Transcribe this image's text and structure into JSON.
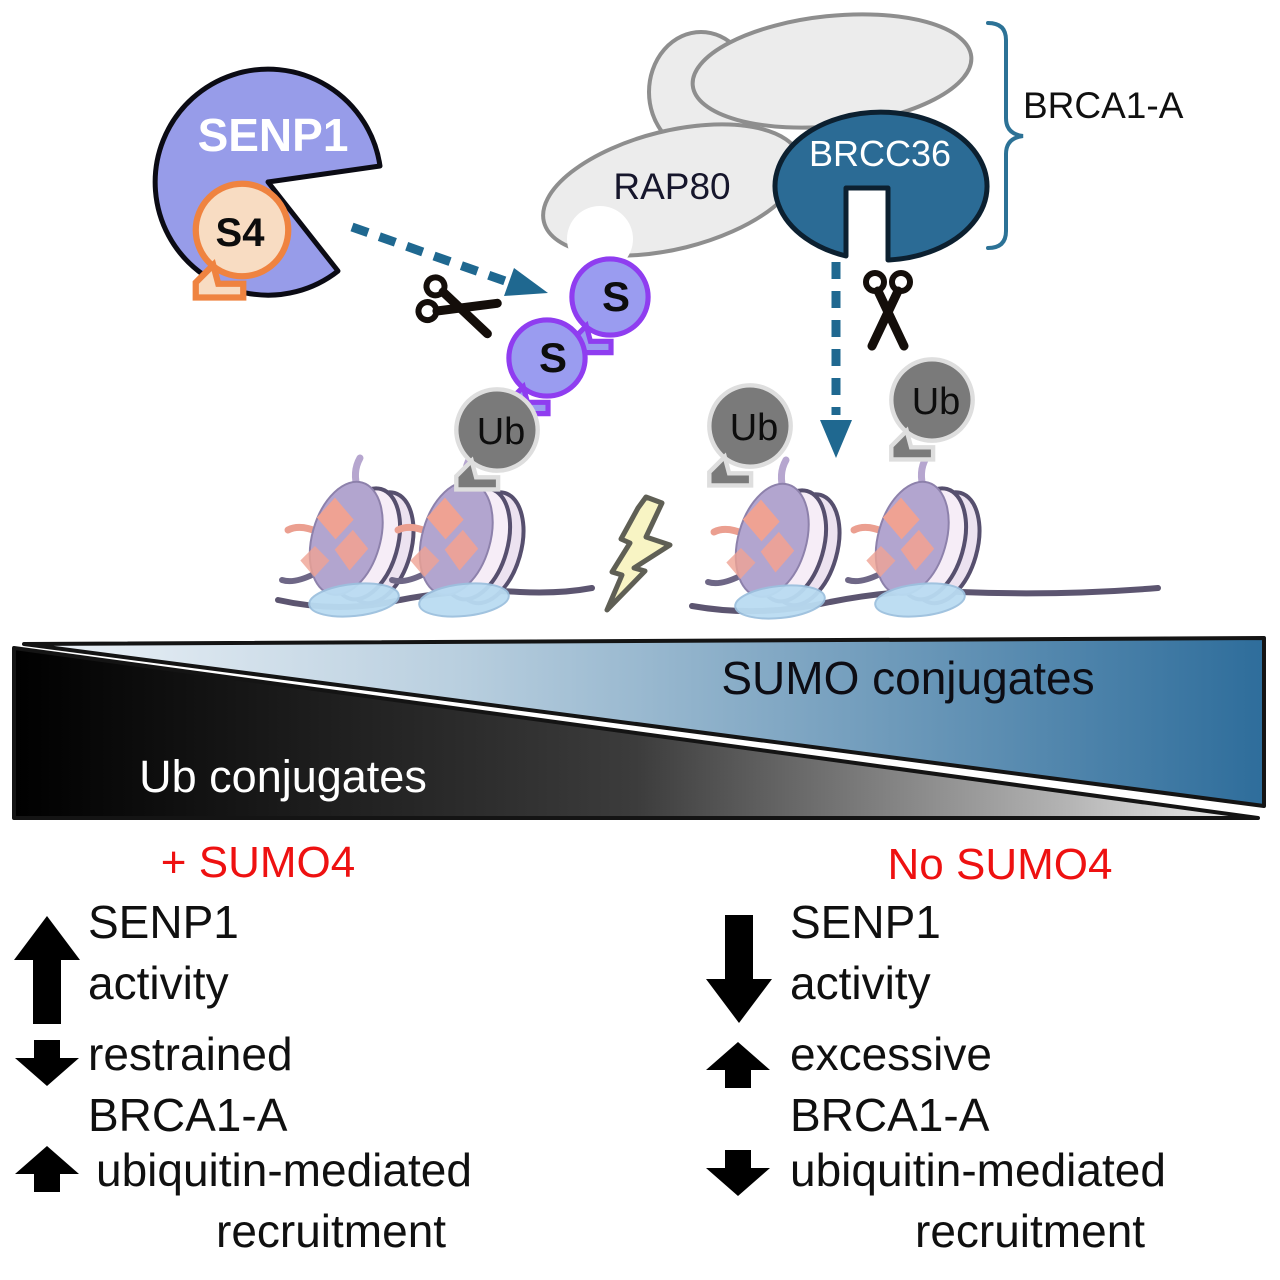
{
  "figure": {
    "proteins": {
      "senp1": "SENP1",
      "s4": "S4",
      "rap80": "RAP80",
      "brcc36": "BRCC36",
      "complex": "BRCA1-A",
      "sumo": "S",
      "ub": "Ub"
    },
    "bar": {
      "ub_label": "Ub conjugates",
      "sumo_label": "SUMO conjugates"
    },
    "conditions": {
      "left": {
        "title": "+ SUMO4",
        "rows": [
          {
            "arrow": "up-large",
            "lines": [
              "SENP1",
              "activity"
            ]
          },
          {
            "arrow": "down-small",
            "lines": [
              "restrained",
              "BRCA1-A"
            ]
          },
          {
            "arrow": "up-small",
            "lines": [
              "ubiquitin-mediated",
              "recruitment"
            ]
          }
        ]
      },
      "right": {
        "title": "No SUMO4",
        "rows": [
          {
            "arrow": "down-large",
            "lines": [
              "SENP1",
              "activity"
            ]
          },
          {
            "arrow": "up-small",
            "lines": [
              "excessive",
              "BRCA1-A"
            ]
          },
          {
            "arrow": "down-small",
            "lines": [
              "ubiquitin-mediated",
              "recruitment"
            ]
          }
        ]
      }
    },
    "colors": {
      "senp1_fill": "#979ce9",
      "s4_fill": "#f8dcc2",
      "s4_stroke": "#ef8340",
      "sumo_fill": "#9a9cf0",
      "sumo_stroke": "#8f3df0",
      "ub_fill": "#7a7a7a",
      "brcc36_fill": "#2b6b95",
      "grey_complex_fill": "#ececec",
      "arrow_teal": "#1f6890",
      "condition_red": "#ee1111",
      "bar_blue_deep": "#2e6d9b"
    }
  }
}
